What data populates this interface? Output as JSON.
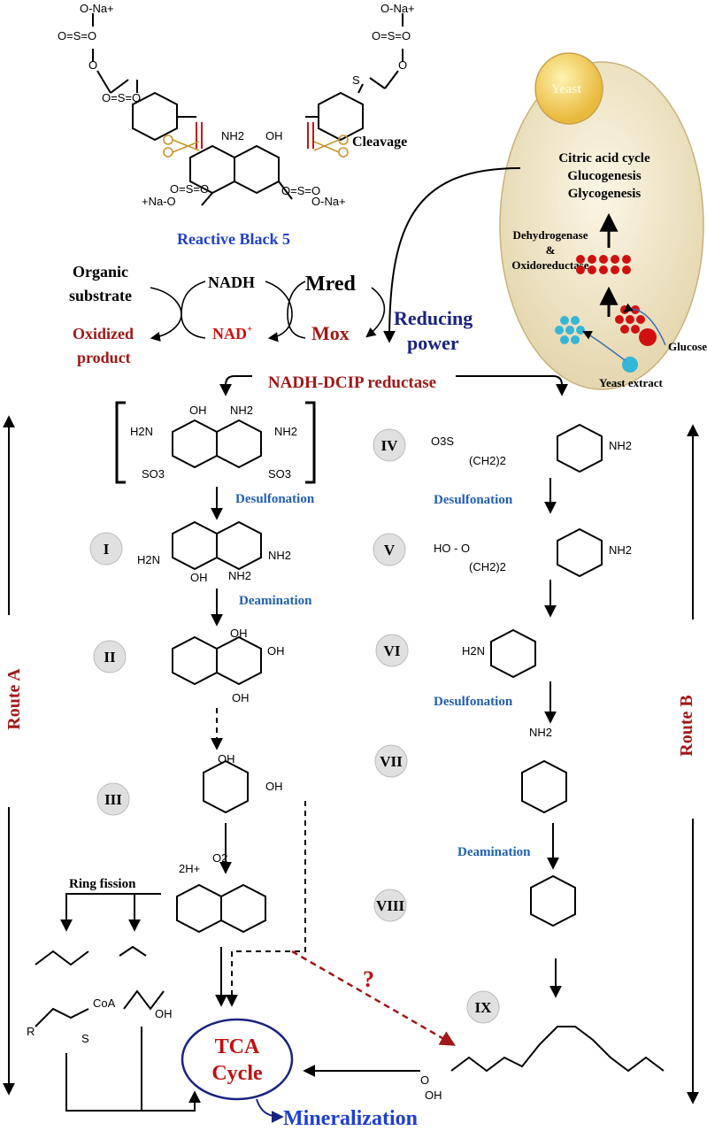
{
  "header": {
    "dye_name": "Reactive Black 5",
    "cleavage": "Cleavage",
    "na_label": "O-Na+"
  },
  "yeast": {
    "label": "Yeast",
    "cycle1": "Citric acid cycle",
    "cycle2": "Glucogenesis",
    "cycle3": "Glycogenesis",
    "enzyme1": "Dehydrogenase",
    "enzyme2": "&",
    "enzyme3": "Oxidoreductase",
    "glucose": "Glucose",
    "yeast_extract": "Yeast extract"
  },
  "redox": {
    "organic1": "Organic",
    "organic2": "substrate",
    "oxidized1": "Oxidized",
    "oxidized2": "product",
    "nadh": "NADH",
    "nad": "NAD",
    "nad_sup": "+",
    "mred": "Mred",
    "mox": "Mox",
    "reducing1": "Reducing",
    "reducing2": "power",
    "reductase": "NADH-DCIP reductase"
  },
  "routes": {
    "route_a": "Route A",
    "route_b": "Route B"
  },
  "steps": {
    "I": "I",
    "II": "II",
    "III": "III",
    "IV": "IV",
    "V": "V",
    "VI": "VI",
    "VII": "VII",
    "VIII": "VIII",
    "IX": "IX"
  },
  "processes": {
    "desulfonation": "Desulfonation",
    "deamination": "Deamination",
    "ring_fission": "Ring fission",
    "question": "?",
    "tca1": "TCA",
    "tca2": "Cycle",
    "mineralization": "Mineralization"
  },
  "chem_labels": {
    "oh": "OH",
    "nh2": "NH2",
    "h2n": "H2N",
    "so3": "SO3",
    "o3s": "O3S",
    "ch2_2": "(CH2)2",
    "ho_o": "HO - O",
    "o2": "O2",
    "two_h": "2H+",
    "r": "R",
    "coa": "CoA",
    "s": "S",
    "o": "O"
  },
  "colors": {
    "blue_label": "#1f5fb4",
    "dark_red": "#a01818",
    "navy": "#1a237e",
    "yeast_fill": "#efe6cc",
    "red_dot": "#d01010",
    "cyan_dot": "#35b6d6"
  }
}
